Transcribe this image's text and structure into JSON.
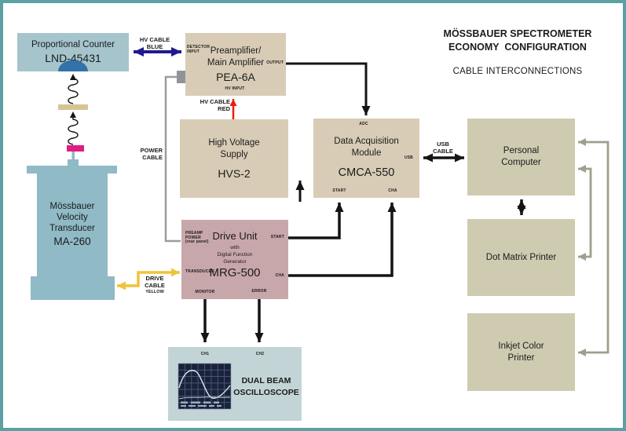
{
  "header": {
    "title_line1": "MÖSSBAUER SPECTROMETER",
    "title_line2": "ECONOMY  CONFIGURATION",
    "subtitle": "CABLE INTERCONNECTIONS"
  },
  "blocks": {
    "proportional_counter": {
      "title": "Proportional Counter",
      "model": "LND-45431"
    },
    "velocity_transducer": {
      "title": "Mössbauer\nVelocity\nTransducer",
      "model": "MA-260"
    },
    "preamplifier": {
      "title": "Preamplifier/\nMain Amplifier",
      "model": "PEA-6A",
      "ports": {
        "detector_input": "DETECTOR\nINPUT",
        "output": "OUTPUT",
        "hv_input": "HV INPUT"
      }
    },
    "high_voltage_supply": {
      "title": "High Voltage\nSupply",
      "model": "HVS-2"
    },
    "data_acquisition": {
      "title": "Data Acquisition\nModule",
      "model": "CMCA-550",
      "ports": {
        "adc": "ADC",
        "usb": "USB",
        "start": "START",
        "cha": "CHA"
      }
    },
    "drive_unit": {
      "title": "Drive Unit",
      "subtitle": "with\nDigital Function\nGenerator",
      "model": "MRG-500",
      "ports": {
        "preamp_power": "PREAMP\nPOWER\n(rear panel)",
        "transducer": "TRANSDUCER",
        "start": "START",
        "cha": "CHA",
        "monitor": "MONITOR",
        "error": "ERROR"
      }
    },
    "personal_computer": {
      "title": "Personal\nComputer"
    },
    "dot_matrix_printer": {
      "title": "Dot Matrix Printer"
    },
    "inkjet_printer": {
      "title": "Inkjet Color\nPrinter"
    },
    "oscilloscope": {
      "title": "DUAL BEAM\nOSCILLOSCOPE",
      "ports": {
        "ch1": "CH1",
        "ch2": "CH2"
      }
    }
  },
  "cables": {
    "hv_blue": "HV CABLE\nBLUE",
    "hv_red": "HV CABLE\nRED",
    "power": "POWER\nCABLE",
    "usb": "USB\nCABLE",
    "drive_line1": "DRIVE",
    "drive_line2": "CABLE",
    "drive_line3": "YELLOW"
  },
  "colors": {
    "frame_teal": "#5ba0a2",
    "counter_blue": "#a5c4cc",
    "transducer_blue": "#8fbac6",
    "module_beige": "#d8ccb6",
    "computer_beige": "#cfcbb1",
    "drive_mauve": "#c8a7aa",
    "scope_panel": "#c3d4d6",
    "screen_navy": "#1a2238",
    "cable_blue": "#201a8e",
    "cable_red": "#ee1c0c",
    "cable_yellow": "#f0c33c",
    "power_cable_gray": "#9c9c9c",
    "printer_cable_gray": "#9f9f8d",
    "detector_dome_blue": "#3272a8",
    "source_pink": "#e11c84",
    "absorber_tan": "#d6c492"
  }
}
